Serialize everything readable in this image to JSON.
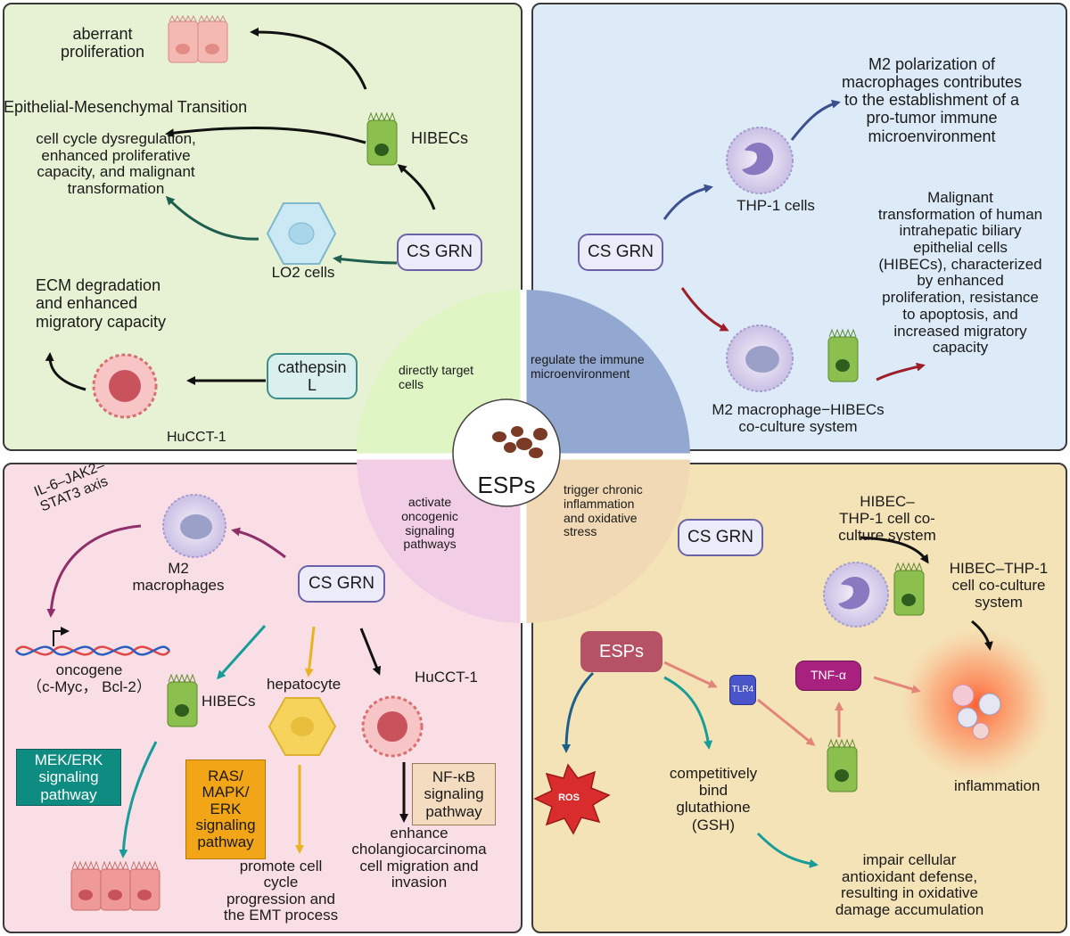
{
  "center": {
    "label": "ESPs"
  },
  "quadrants": {
    "q1": "directly target cells",
    "q2": "regulate the immune microenvironment",
    "q3": "activate oncogenic signaling pathways",
    "q4": "trigger chronic inflammation and oxidative stress"
  },
  "panel_tl": {
    "cs_grn": "CS GRN",
    "hibecs": "HIBECs",
    "lo2": "LO2 cells",
    "aberrant": "aberrant\nproliferation",
    "emt": "Epithelial-Mesenchymal Transition",
    "cycle": "cell cycle dysregulation,\nenhanced proliferative\ncapacity, and malignant\ntransformation",
    "ecm": "ECM degradation\nand enhanced\nmigratory capacity",
    "cathepsin": "cathepsin\nL",
    "hucct": "HuCCT-1"
  },
  "panel_tr": {
    "cs_grn": "CS GRN",
    "thp1": "THP-1 cells",
    "m2_text": "M2 polarization of\nmacrophages contributes\nto the establishment of a\npro-tumor immune\nmicroenvironment",
    "malignant": "Malignant\ntransformation of human\nintrahepatic biliary\nepithelial cells\n(HIBECs), characterized\nby enhanced\nproliferation, resistance\nto apoptosis, and\nincreased migratory\ncapacity",
    "coculture": "M2 macrophage−HIBECs\nco-culture system"
  },
  "panel_bl": {
    "axis": "IL-6–JAK2–\nSTAT3 axis",
    "m2": "M2\nmacrophages",
    "cs_grn": "CS GRN",
    "oncogene": "oncogene\n（c-Myc， Bcl-2）",
    "hibecs": "HIBECs",
    "hepatocyte": "hepatocyte",
    "hucct": "HuCCT-1",
    "mek": "MEK/ERK\nsignaling\npathway",
    "ras": "RAS/\nMAPK/\nERK\nsignaling\npathway",
    "nfkb": "NF-κB\nsignaling\npathway",
    "promote": "promote cell\ncycle\nprogression and\nthe EMT process",
    "enhance": "enhance\ncholangiocarcinoma\ncell migration and\ninvasion"
  },
  "panel_br": {
    "cs_grn": "CS GRN",
    "hibec_thp": "HIBEC–\nTHP-1 cell co-\nculture system",
    "hibec_thp2": "HIBEC–THP-1\ncell co-culture\nsystem",
    "esps": "ESPs",
    "tlr4": "TLR4",
    "tnf": "TNF-α",
    "ros": "ROS",
    "gsh": "competitively\nbind\nglutathione\n(GSH)",
    "inflammation": "inflammation",
    "impair": "impair cellular\nantioxidant defense,\nresulting in oxidative\ndamage accumulation"
  },
  "colors": {
    "tl_bg": "#e6f2d3",
    "tr_bg": "#dcebf7",
    "bl_bg": "#f9dfe5",
    "br_bg": "#f4e3b6",
    "q1": "#dff5c4",
    "q2": "#93a8d0",
    "q3": "#f2cde6",
    "q4": "#f0d9b4"
  }
}
